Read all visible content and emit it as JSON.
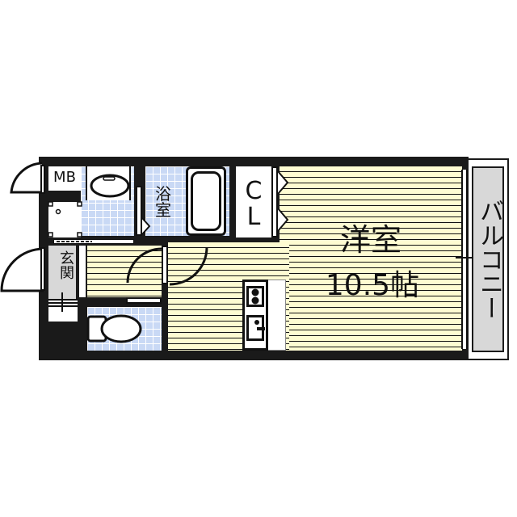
{
  "floorplan": {
    "rooms": {
      "western_room": {
        "name": "洋室",
        "size": "10.5帖"
      },
      "bathroom": {
        "name": "浴室"
      },
      "closet": {
        "line1": "C",
        "line2": "L"
      },
      "entrance": {
        "name": "玄関"
      },
      "meter_box": {
        "name": "MB"
      },
      "balcony": {
        "name": "バルコニー"
      }
    },
    "colors": {
      "wall": "#1a1a1a",
      "floor_yellow": "#fefcd2",
      "tile_blue": "#c9d9f5",
      "balcony_grey": "#d8d8d8"
    }
  }
}
